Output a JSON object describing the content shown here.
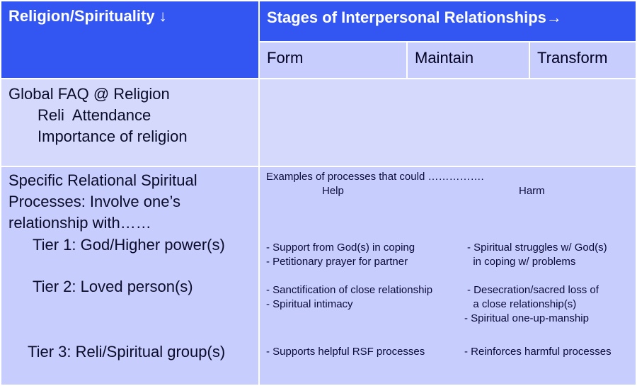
{
  "header": {
    "left_title": "Religion/Spirituality ↓",
    "right_title": "Stages of Interpersonal Relationships→"
  },
  "stages": [
    "Form",
    "Maintain",
    "Transform"
  ],
  "global": {
    "line1": "Global FAQ @ Religion",
    "line2": "Reli  Attendance",
    "line3": "Importance of religion"
  },
  "specific": {
    "line1": "Specific Relational Spiritual",
    "line2": "Processes: Involve one’s",
    "line3": "relationship with……",
    "tier1": "Tier 1: God/Higher power(s)",
    "tier2": "Tier 2: Loved person(s)",
    "tier3": "Tier 3: Reli/Spiritual group(s)"
  },
  "examples": {
    "intro": "Examples of processes that could …………….",
    "help": "Help",
    "harm": "Harm",
    "t1_help": [
      "- Support from God(s) in coping",
      "- Petitionary prayer for partner"
    ],
    "t1_harm": [
      "- Spiritual struggles w/ God(s)",
      "  in coping w/ problems"
    ],
    "t2_help": [
      "- Sanctification of close relationship",
      "- Spiritual intimacy"
    ],
    "t2_harm": [
      "- Desecration/sacred loss of",
      "  a close relationship(s)",
      "- Spiritual one-up-manship"
    ],
    "t3_help": [
      "- Supports helpful RSF processes"
    ],
    "t3_harm": [
      "- Reinforces harmful processes"
    ]
  }
}
